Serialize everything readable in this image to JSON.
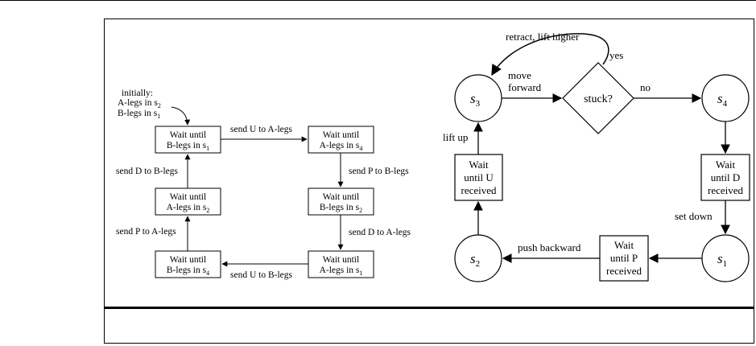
{
  "left": {
    "note": {
      "line1": "initially:",
      "line2": "A-legs in s",
      "sub2": "2",
      "line3": "B-legs in s",
      "sub3": "1"
    },
    "boxes": [
      {
        "line1": "Wait until",
        "line2": "B-legs in s",
        "sub": "1"
      },
      {
        "line1": "Wait until",
        "line2": "A-legs in s",
        "sub": "4"
      },
      {
        "line1": "Wait until",
        "line2": "B-legs in s",
        "sub": "2"
      },
      {
        "line1": "Wait until",
        "line2": "A-legs in s",
        "sub": "1"
      },
      {
        "line1": "Wait until",
        "line2": "B-legs in s",
        "sub": "4"
      },
      {
        "line1": "Wait until",
        "line2": "A-legs in s",
        "sub": "2"
      }
    ],
    "edges": {
      "e1": "send U to A-legs",
      "e2": "send P to B-legs",
      "e3": "send D to A-legs",
      "e4": "send U to B-legs",
      "e5": "send P to A-legs",
      "e6": "send D to B-legs"
    }
  },
  "right": {
    "states": {
      "s3": {
        "base": "s",
        "sub": "3"
      },
      "s4": {
        "base": "s",
        "sub": "4"
      },
      "s1": {
        "base": "s",
        "sub": "1"
      },
      "s2": {
        "base": "s",
        "sub": "2"
      }
    },
    "decision": "stuck?",
    "labels": {
      "retract": "retract, lift higher",
      "yes": "yes",
      "no": "no",
      "move1": "move",
      "move2": "forward",
      "lift": "lift up",
      "setdown": "set down",
      "push": "push backward"
    },
    "waits": {
      "u": [
        "Wait",
        "until U",
        "received"
      ],
      "d": [
        "Wait",
        "until D",
        "received"
      ],
      "p": [
        "Wait",
        "until P",
        "received"
      ]
    }
  }
}
